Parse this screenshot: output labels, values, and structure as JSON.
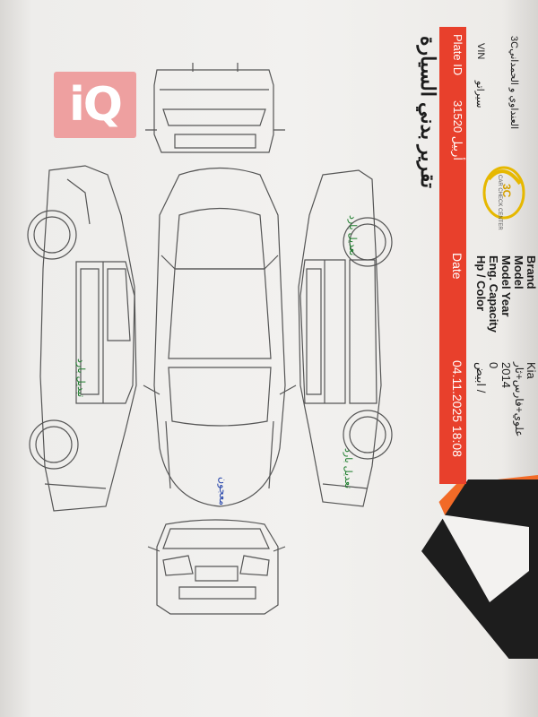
{
  "logo": {
    "text": "iQ"
  },
  "header": {
    "title": "تقرير بدني السيارة",
    "plate_label": "Plate ID",
    "plate_value": "أربيل 31520",
    "date_label": "Date",
    "date_value": "04.11.2025 18:08",
    "company": "3Cالعنداوي و الحمداني",
    "vin_label": "VIN",
    "vin_value": "سيراتو",
    "center_logo_text": "3C",
    "center_logo_sub": "CAR CHECK CENTER"
  },
  "specs": [
    {
      "label": "Brand",
      "value": "Kia"
    },
    {
      "label": "Model",
      "value": "علوي+فارس+ثار"
    },
    {
      "label": "Model Year",
      "value": "2014"
    },
    {
      "label": "Eng. Capacity",
      "value": "0"
    },
    {
      "label": "Hp / Color",
      "value": "ابيض /"
    }
  ],
  "notes": {
    "roof_note": "معجون",
    "left_side_note": "تبديل بارد",
    "right_side_note_1": "تعديل بارد",
    "right_side_note_2": "تعديل بارد"
  },
  "colors": {
    "strip": "#e8402c",
    "orange": "#f26a27",
    "note_green": "#1c7d2c",
    "note_blue": "#1f3fa8"
  }
}
